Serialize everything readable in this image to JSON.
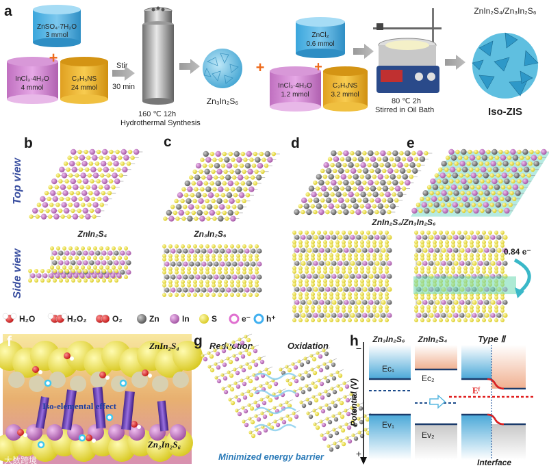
{
  "panels": {
    "a": "a",
    "b": "b",
    "c": "c",
    "d": "d",
    "e": "e",
    "f": "f",
    "g": "g",
    "h": "h"
  },
  "synthesis": {
    "znso4": {
      "name": "ZnSO₄·7H₂O",
      "amount": "3 mmol"
    },
    "incl3_a": {
      "name": "InCl₃·4H₂O",
      "amount": "4 mmol"
    },
    "taa_a": {
      "name": "C₂H₅NS",
      "amount": "24 mmol"
    },
    "stir": "Stir",
    "stir_time": "30 min",
    "hydro_temp": "160 ℃ 12h",
    "hydro_label": "Hydrothermal Synthesis",
    "product1": "Zn₃In₂S₆",
    "zncl2": {
      "name": "ZnCl₂",
      "amount": "0.6 mmol"
    },
    "incl3_b": {
      "name": "InCl₃·4H₂O",
      "amount": "1.2 mmol"
    },
    "taa_b": {
      "name": "C₂H₅NS",
      "amount": "3.2 mmol"
    },
    "oil_temp": "80 ℃ 2h",
    "oil_label": "Stirred in Oil Bath",
    "product2_formula": "ZnIn₂S₄/Zn₃In₂S₆",
    "product2_name": "Iso-ZIS"
  },
  "structures": {
    "top_view": "Top view",
    "side_view": "Side view",
    "znin2s4": "ZnIn₂S₄",
    "zn3in2s6": "Zn₃In₂S₆",
    "hetero": "ZnIn₂S₄/Zn₃In₂S₆",
    "charge": "0.84 e⁻"
  },
  "legend": [
    "H₂O",
    "H₂O₂",
    "O₂",
    "Zn",
    "In",
    "S",
    "e⁻",
    "h⁺"
  ],
  "panel_f": {
    "top": "ZnIn₂S₄",
    "mid": "Iso-elemental effect",
    "bottom": "Zn₃In₂S₆"
  },
  "panel_g": {
    "left": "Reduction",
    "right": "Oxidation",
    "bottom": "Minimized energy barrier"
  },
  "panel_h": {
    "col1": "Zn₃In₂S₆",
    "col2": "ZnIn₂S₄",
    "col3": "Type Ⅱ",
    "ec1": "Eᴄ₁",
    "ec2": "Eᴄ₂",
    "ev1": "Eᴠ₁",
    "ev2": "Eᴠ₂",
    "ef": "Eᶠ",
    "yaxis": "Potential (V)",
    "minus": "−",
    "plus": "+",
    "interface": "Interface"
  },
  "watermark": "大数跨境",
  "colors": {
    "zn": "#8a8a8a",
    "in": "#c880c8",
    "s": "#e8dc3a",
    "blue": "#3a4fa0",
    "band_blue": "#4aa8d8",
    "band_peach": "#f0b090",
    "ef": "#e02020"
  }
}
